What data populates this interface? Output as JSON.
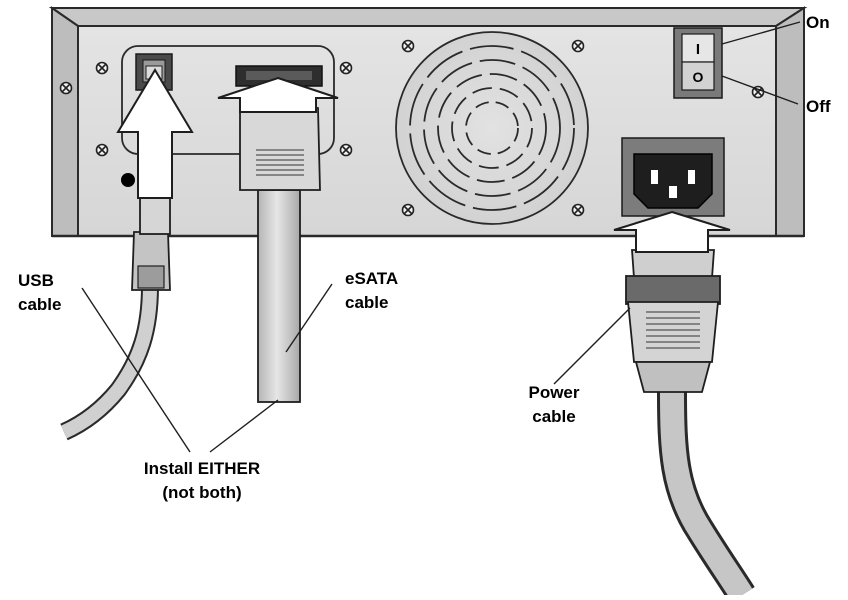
{
  "labels": {
    "switch_on": "On",
    "switch_off": "Off",
    "usb_line1": "USB",
    "usb_line2": "cable",
    "esata_line1": "eSATA",
    "esata_line2": "cable",
    "install_line1": "Install EITHER",
    "install_line2": "(not both)",
    "power_line1": "Power",
    "power_line2": "cable"
  },
  "switch_symbols": {
    "on": "I",
    "off": "O"
  },
  "colors": {
    "chassis_face": "#dedede",
    "chassis_top": "#c4c4c4",
    "outline": "#2a2a2a",
    "cable_gray": "#c9c9c9",
    "arrow_fill": "#ffffff",
    "dark_port": "#3a3a3a"
  }
}
